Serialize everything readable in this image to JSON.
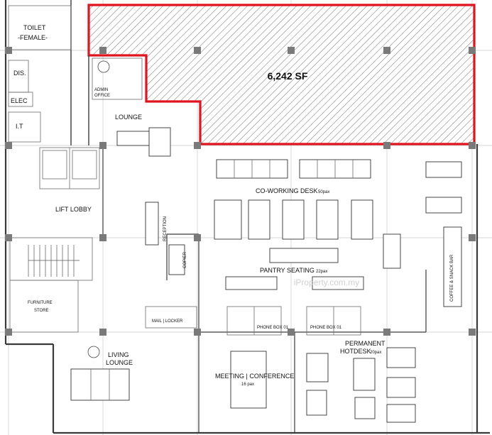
{
  "highlight": {
    "area_label": "6,242 SF",
    "outline_color": "#e0141e"
  },
  "rooms": {
    "toilet": "TOILET",
    "female": "-FEMALE-",
    "dis": "DIS.",
    "elec": "ELEC",
    "it": "I.T",
    "admin": "ADMIN",
    "office": "OFFICE",
    "lounge": "LOUNGE",
    "lift_lobby": "LIFT LOBBY",
    "furniture": "FURNITURE",
    "store": "STORE",
    "reception": "RECEPTION",
    "copier": "COPIER",
    "mail_locker": "MAIL | LOCKER",
    "living": "LIVING",
    "living_lounge": "LOUNGE",
    "coworking": "CO-WORKING DESK",
    "coworking_pax": "50pax",
    "pantry": "PANTRY SEATING",
    "pantry_pax": "22pax",
    "coffee_bar": "COFFEE & SNACK BAR",
    "phone_box_1": "PHONE BOX 01",
    "phone_box_2": "PHONE BOX 01",
    "meeting": "MEETING | CONFERENCE",
    "meeting_pax": "16 pax",
    "permanent": "PERMANENT",
    "hotdesk": "HOTDESK",
    "hotdesk_pax": "20pax"
  },
  "watermark": "iProperty.com.my"
}
